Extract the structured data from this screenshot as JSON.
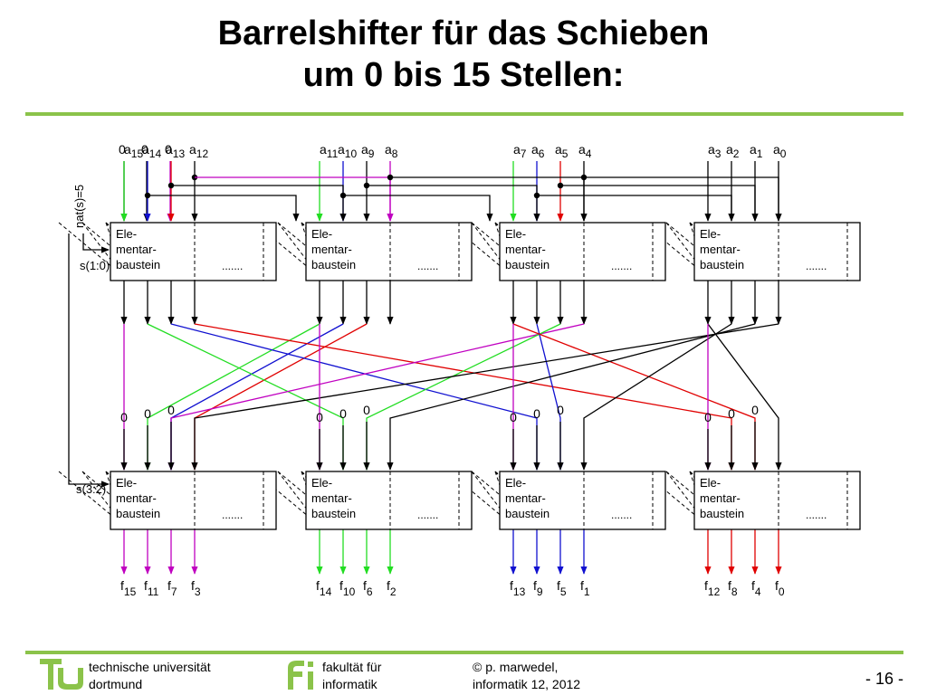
{
  "slide": {
    "title_line1": "Barrelshifter für das Schieben",
    "title_line2": "um 0 bis 15 Stellen:",
    "page_number": "- 16 -"
  },
  "footer": {
    "uni_line1": "technische universität",
    "uni_line2": "dortmund",
    "fac_line1": "fakultät für",
    "fac_line2": "informatik",
    "copy_line1": "© p. marwedel,",
    "copy_line2": "informatik 12,  2012"
  },
  "diagram": {
    "control_label": "nat(s)=5",
    "stage1_label": "s(1:0)",
    "stage2_label": "s(3:2)",
    "element_lines": [
      "Ele-",
      "mentar-",
      "baustein"
    ],
    "dots": ".......",
    "top_inputs": [
      {
        "b": "0",
        "s": ""
      },
      {
        "b": "0",
        "s": ""
      },
      {
        "b": "0",
        "s": ""
      },
      {
        "b": "a",
        "s": "15"
      },
      {
        "b": "a",
        "s": "14"
      },
      {
        "b": "a",
        "s": "13"
      },
      {
        "b": "a",
        "s": "12"
      },
      {
        "b": "a",
        "s": "11"
      },
      {
        "b": "a",
        "s": "10"
      },
      {
        "b": "a",
        "s": "9"
      },
      {
        "b": "a",
        "s": "8"
      },
      {
        "b": "a",
        "s": "7"
      },
      {
        "b": "a",
        "s": "6"
      },
      {
        "b": "a",
        "s": "5"
      },
      {
        "b": "a",
        "s": "4"
      },
      {
        "b": "a",
        "s": "3"
      },
      {
        "b": "a",
        "s": "2"
      },
      {
        "b": "a",
        "s": "1"
      },
      {
        "b": "a",
        "s": "0"
      }
    ],
    "stage2_zeros": [
      "0",
      "0",
      "0",
      "0",
      "0",
      "0",
      "0",
      "0",
      "0",
      "0",
      "0",
      "0"
    ],
    "outputs": [
      {
        "b": "f",
        "s": "15"
      },
      {
        "b": "f",
        "s": "11"
      },
      {
        "b": "f",
        "s": "7"
      },
      {
        "b": "f",
        "s": "3"
      },
      {
        "b": "f",
        "s": "14"
      },
      {
        "b": "f",
        "s": "10"
      },
      {
        "b": "f",
        "s": "6"
      },
      {
        "b": "f",
        "s": "2"
      },
      {
        "b": "f",
        "s": "13"
      },
      {
        "b": "f",
        "s": "9"
      },
      {
        "b": "f",
        "s": "5"
      },
      {
        "b": "f",
        "s": "1"
      },
      {
        "b": "f",
        "s": "12"
      },
      {
        "b": "f",
        "s": "8"
      },
      {
        "b": "f",
        "s": "4"
      },
      {
        "b": "f",
        "s": "0"
      }
    ],
    "colors": {
      "magenta": "#c000c0",
      "green": "#22dd22",
      "blue": "#1010d0",
      "red": "#e00000",
      "black": "#000000",
      "accent_green": "#8bc34a"
    }
  }
}
